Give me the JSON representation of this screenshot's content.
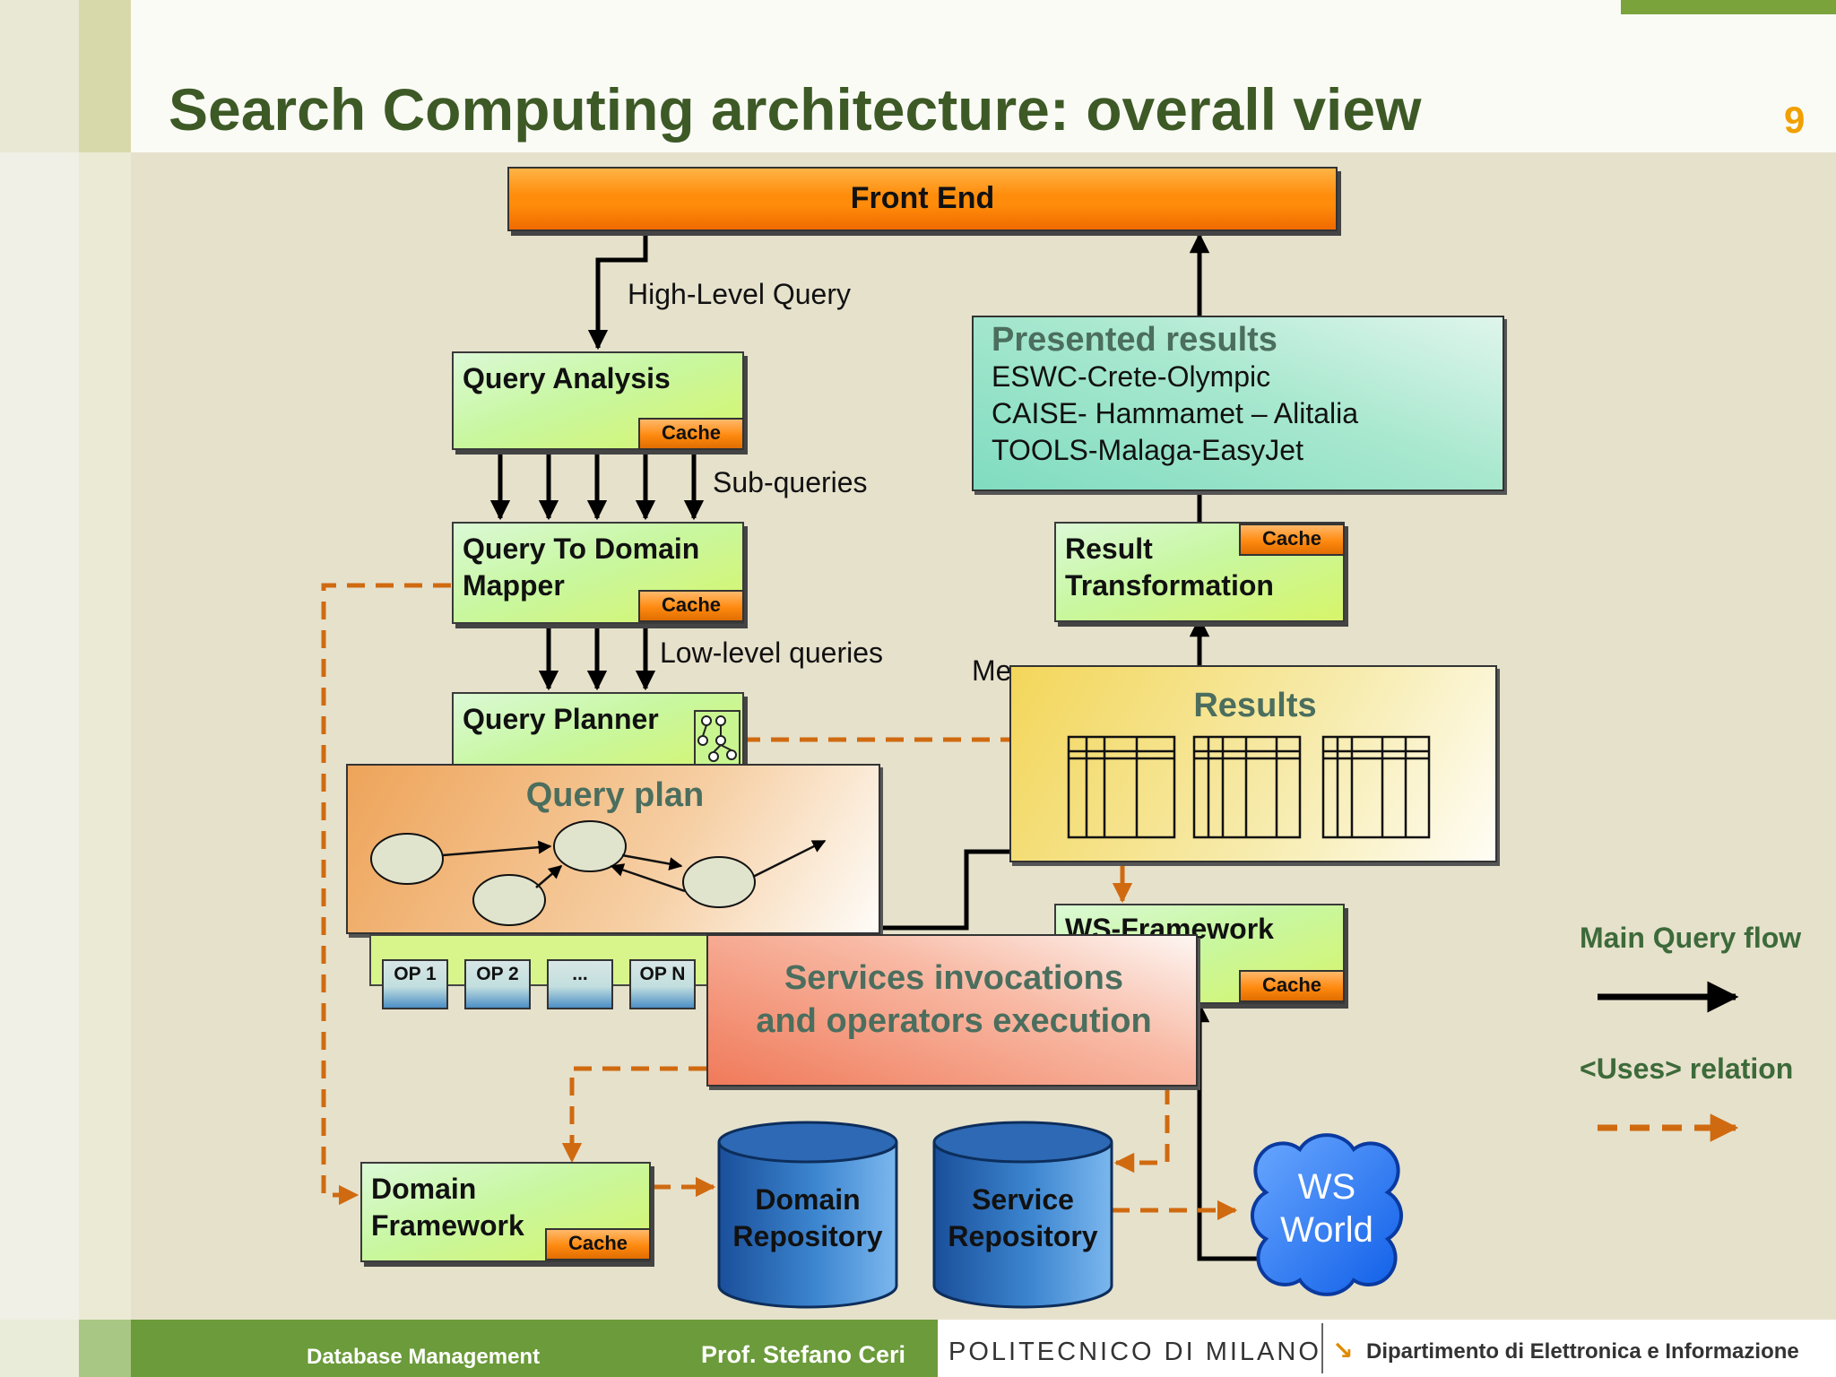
{
  "slide": {
    "title": "Search Computing architecture: overall view",
    "page_number": "9"
  },
  "diagram": {
    "front_end": "Front End",
    "query_analysis": {
      "label": "Query Analysis",
      "cache": "Cache"
    },
    "high_level_query": "High-Level Query",
    "sub_queries": "Sub-queries",
    "query_to_domain_mapper": {
      "label_line1": "Query To Domain",
      "label_line2": "Mapper",
      "cache": "Cache"
    },
    "low_level_queries": "Low-level queries",
    "query_planner": {
      "label": "Query Planner"
    },
    "query_plan": {
      "title": "Query plan"
    },
    "operators": [
      "OP 1",
      "OP 2",
      "...",
      "OP N"
    ],
    "presented_results": {
      "title": "Presented results",
      "items": [
        "ESWC-Crete-Olympic",
        "CAISE- Hammamet – Alitalia",
        "TOOLS-Malaga-EasyJet"
      ]
    },
    "result_transformation": {
      "label_line1": "Result",
      "label_line2": "Transformation",
      "cache": "Cache"
    },
    "merged_results_partial": "Me",
    "results": {
      "title": "Results"
    },
    "ws_framework": {
      "label": "WS-Framework",
      "cache": "Cache"
    },
    "services": {
      "line1": "Services invocations",
      "line2": "and operators execution"
    },
    "domain_framework": {
      "label_line1": "Domain",
      "label_line2": "Framework",
      "cache": "Cache"
    },
    "domain_repository": {
      "line1": "Domain",
      "line2": "Repository"
    },
    "service_repository": {
      "line1": "Service",
      "line2": "Repository"
    },
    "ws_world": {
      "line1": "WS",
      "line2": "World"
    }
  },
  "legend": {
    "main_flow": "Main Query flow",
    "uses_relation": "<Uses> relation"
  },
  "footer": {
    "course": "Database Management",
    "author": "Prof. Stefano Ceri",
    "institution": "POLITECNICO DI MILANO",
    "department": "Dipartimento di Elettronica e Informazione"
  },
  "colors": {
    "title": "#3d5a26",
    "page_number": "#f0a000",
    "background": "#e6e1cb",
    "footer_green": "#6b9b3a",
    "uses_arrow": "#d06a10"
  }
}
